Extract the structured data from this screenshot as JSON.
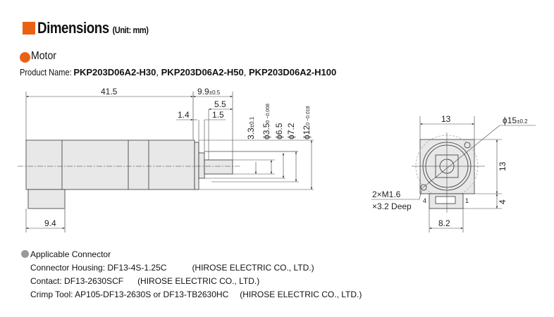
{
  "header": {
    "title": "Dimensions",
    "unit": "(Unit: mm)"
  },
  "section": {
    "title": "Motor"
  },
  "product": {
    "label": "Product Name:",
    "names": [
      "PKP203D06A2-H30",
      "PKP203D06A2-H50",
      "PKP203D06A2-H100"
    ],
    "sep": ", "
  },
  "side_view": {
    "len_body": "41.5",
    "len_shaft": "9.9",
    "len_shaft_tol": "±0.5",
    "len_55": "5.5",
    "len_14": "1.4",
    "len_15": "1.5",
    "len_conn": "9.4",
    "d1": "3.3",
    "d1_tol": "±0.1",
    "d2": "ϕ3.5",
    "d2_tol": "0 −0.008",
    "d3": "ϕ6.5",
    "d4": "ϕ7.2",
    "d5": "ϕ12",
    "d5_tol": "0 −0.018"
  },
  "front_view": {
    "width": "13",
    "height": "13",
    "conn_h": "4",
    "conn_w": "8.2",
    "pcd": "ϕ15",
    "pcd_tol": "±0.2",
    "screw1": "2×M1.6",
    "screw2": "×3.2 Deep",
    "pin4": "4",
    "pin1": "1"
  },
  "connector": {
    "heading": "Applicable Connector",
    "lines": [
      {
        "label": "Connector Housing: DF13-4S-1.25C",
        "maker": "(HIROSE ELECTRIC CO., LTD.)"
      },
      {
        "label": "Contact: DF13-2630SCF",
        "maker": "(HIROSE ELECTRIC CO., LTD.)"
      },
      {
        "label": "Crimp Tool: AP105-DF13-2630S or DF13-TB2630HC",
        "maker": "(HIROSE ELECTRIC CO., LTD.)"
      }
    ]
  },
  "colors": {
    "accent": "#ea6113",
    "fill": "#e8e8e8"
  }
}
